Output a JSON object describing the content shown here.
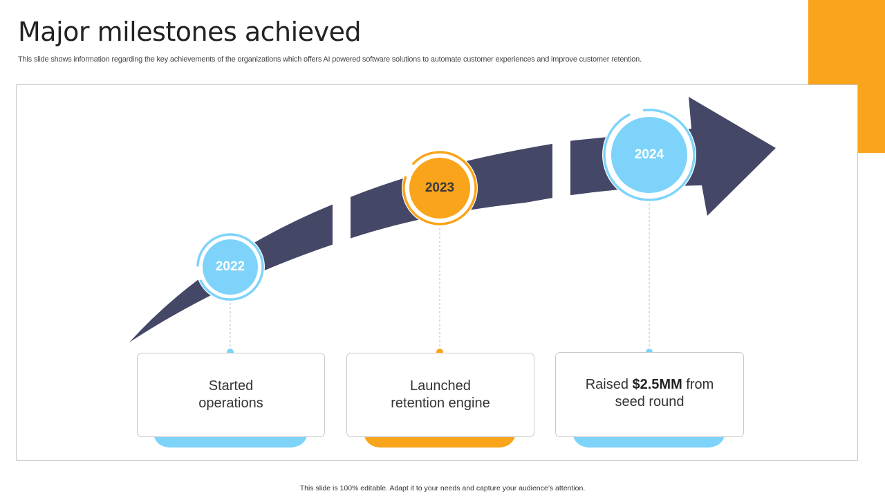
{
  "header": {
    "title": "Major milestones achieved",
    "subtitle": "This slide shows information regarding the key achievements of the organizations which offers AI powered software solutions to automate customer experiences and improve customer retention."
  },
  "milestones": [
    {
      "year": "2022",
      "line1": "Started",
      "line2": "operations",
      "color": "#7dd3fa"
    },
    {
      "year": "2023",
      "line1": "Launched",
      "line2": "retention engine",
      "color": "#f9a41a"
    },
    {
      "year": "2024",
      "line1_prefix": "Raised ",
      "line1_bold": "$2.5MM",
      "line1_suffix": " from",
      "line2": "seed round",
      "color": "#7dd3fa"
    }
  ],
  "colors": {
    "arrow": "#454766",
    "accent": "#f9a41a",
    "blue": "#7dd3fa"
  },
  "footer": {
    "text": "This slide is 100% editable. Adapt it to your needs and capture your audience’s attention."
  }
}
